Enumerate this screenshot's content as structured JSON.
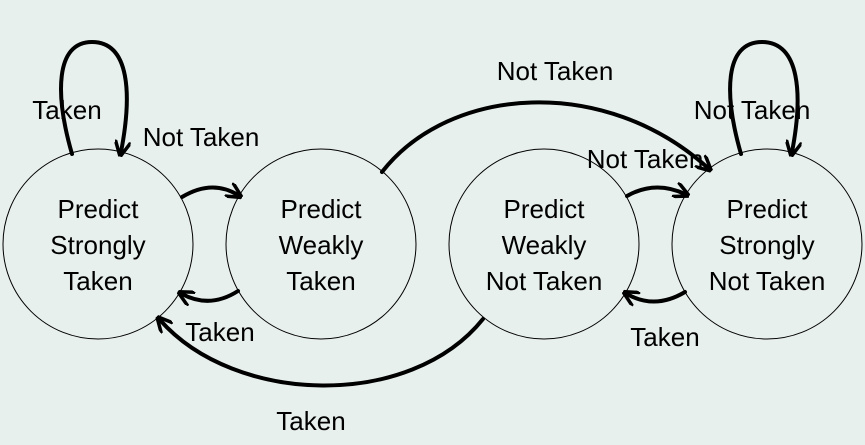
{
  "states": [
    {
      "id": "strongly-taken",
      "lines": [
        "Predict",
        "Strongly",
        "Taken"
      ]
    },
    {
      "id": "weakly-taken",
      "lines": [
        "Predict",
        "Weakly",
        "Taken"
      ]
    },
    {
      "id": "weakly-not-taken",
      "lines": [
        "Predict",
        "Weakly",
        "Not Taken"
      ]
    },
    {
      "id": "strongly-not-taken",
      "lines": [
        "Predict",
        "Strongly",
        "Not Taken"
      ]
    }
  ],
  "transitions": [
    {
      "from": "strongly-taken",
      "to": "strongly-taken",
      "label": "Taken"
    },
    {
      "from": "strongly-taken",
      "to": "weakly-taken",
      "label": "Not Taken"
    },
    {
      "from": "weakly-taken",
      "to": "strongly-taken",
      "label": "Taken"
    },
    {
      "from": "weakly-taken",
      "to": "strongly-not-taken",
      "label": "Not Taken"
    },
    {
      "from": "weakly-not-taken",
      "to": "strongly-taken",
      "label": "Taken"
    },
    {
      "from": "weakly-not-taken",
      "to": "strongly-not-taken",
      "label": "Not Taken"
    },
    {
      "from": "strongly-not-taken",
      "to": "weakly-not-taken",
      "label": "Taken"
    },
    {
      "from": "strongly-not-taken",
      "to": "strongly-not-taken",
      "label": "Not Taken"
    }
  ]
}
